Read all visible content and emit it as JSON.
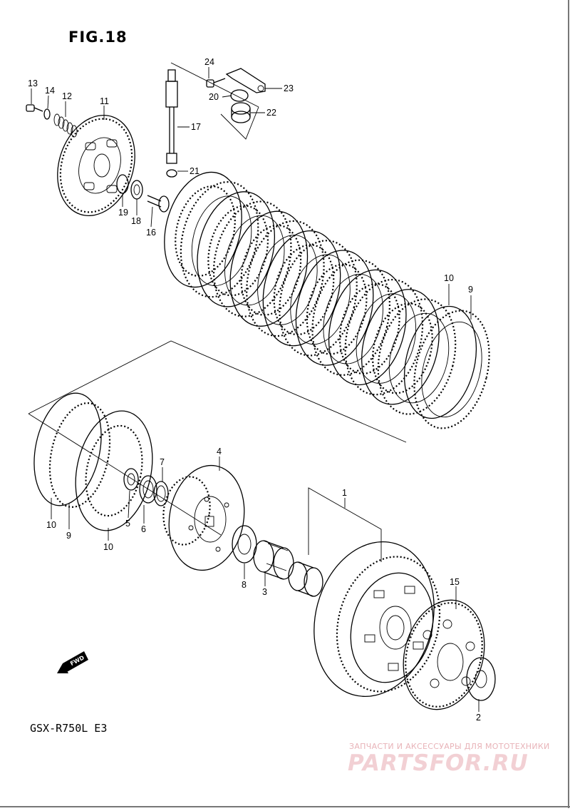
{
  "figure": {
    "title": "FIG.18"
  },
  "model": "GSX-R750L  E3",
  "fwd_label": "FWD",
  "watermark": {
    "subtitle": "ЗАПЧАСТИ И АКСЕССУАРЫ ДЛЯ МОТОТЕХНИКИ",
    "logo": "PARTSFOR.RU"
  },
  "callouts": {
    "c1": "1",
    "c2": "2",
    "c3": "3",
    "c4": "4",
    "c5": "5",
    "c6": "6",
    "c7": "7",
    "c8": "8",
    "c9a": "9",
    "c9b": "9",
    "c10a": "10",
    "c10b": "10",
    "c10c": "10",
    "c11": "11",
    "c12": "12",
    "c13": "13",
    "c14": "14",
    "c15": "15",
    "c16": "16",
    "c17": "17",
    "c18": "18",
    "c19": "19",
    "c20": "20",
    "c21": "21",
    "c22": "22",
    "c23": "23",
    "c24": "24"
  }
}
